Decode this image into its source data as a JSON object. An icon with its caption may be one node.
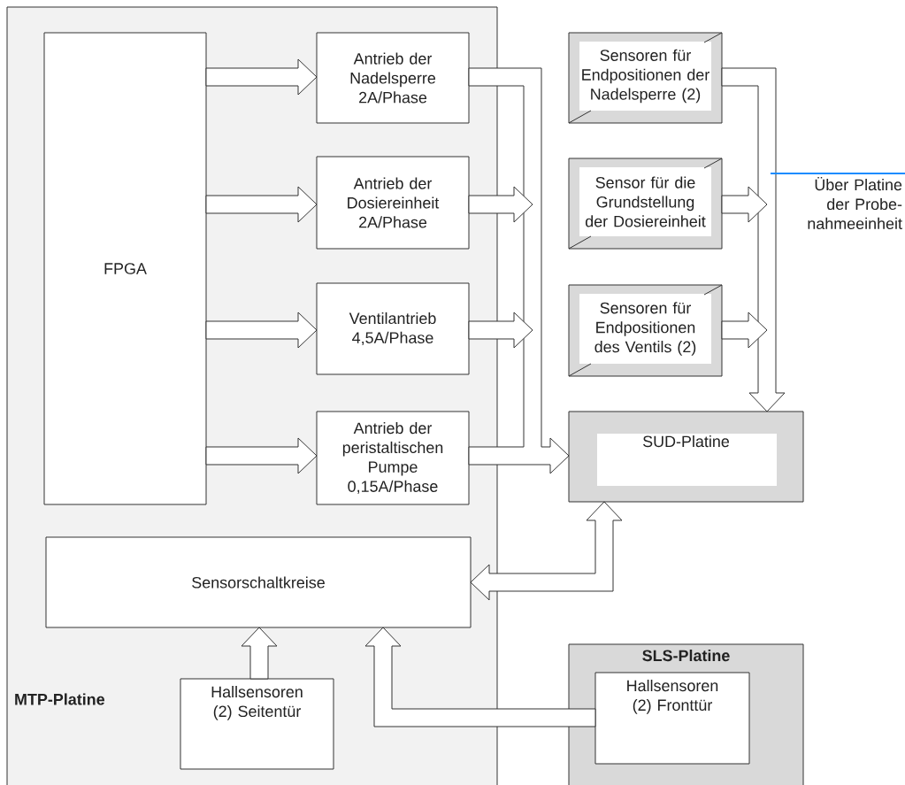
{
  "diagram": {
    "nodes": [
      {
        "text": [
          "MTP-Platine"
        ]
      },
      {
        "text": [
          "FPGA"
        ],
        "in": 0
      },
      {
        "text": [
          "Antrieb der Nadelsperre 2A/Phase"
        ],
        "in": 0
      },
      {
        "text": [
          "Antrieb der Dosiereinheit 2A/Phase"
        ],
        "in": 0
      },
      {
        "text": [
          "Ventilantrieb 4,5A/Phase"
        ],
        "in": 0
      },
      {
        "text": [
          "Antrieb der peristaltischen Pumpe 0,15A/Phase"
        ],
        "in": 0
      },
      {
        "text": [
          "Sensorschaltkreise"
        ],
        "in": 0
      },
      {
        "text": [
          "Hallsensoren (2) Seitentür"
        ],
        "in": 0
      },
      {
        "text": [
          "Sensoren für Endpositionen der Nadelsperre (2)"
        ]
      },
      {
        "text": [
          "Sensor für die Grundstellung der Dosiereinheit"
        ]
      },
      {
        "text": [
          "Sensoren für Endpositionen des Ventils (2)"
        ]
      },
      {
        "text": [
          "SUD-Platine"
        ]
      },
      {
        "text": [
          "SLS-Platine"
        ]
      },
      {
        "text": [
          "Hallsensoren (2) Fronttür"
        ],
        "in": 12
      },
      {
        "text": [
          "Über Platine der Probe- nahmeeinheit"
        ]
      }
    ],
    "edges": [
      {
        "from": 1,
        "to": 2,
        "arrow": "to"
      },
      {
        "from": 1,
        "to": 3,
        "arrow": "to"
      },
      {
        "from": 1,
        "to": 4,
        "arrow": "to"
      },
      {
        "from": 1,
        "to": 5,
        "arrow": "to"
      },
      {
        "from": 2,
        "to": 11,
        "arrow": "to"
      },
      {
        "from": 3,
        "to": 11,
        "arrow": "to"
      },
      {
        "from": 4,
        "to": 11,
        "arrow": "to"
      },
      {
        "from": 5,
        "to": 11,
        "arrow": "to"
      },
      {
        "from": 8,
        "to": 11,
        "arrow": "to"
      },
      {
        "from": 9,
        "to": 11,
        "arrow": "to"
      },
      {
        "from": 10,
        "to": 11,
        "arrow": "to"
      },
      {
        "from": 11,
        "to": 6,
        "arrow": "both"
      },
      {
        "from": 7,
        "to": 6,
        "arrow": "to"
      },
      {
        "from": 13,
        "to": 6,
        "arrow": "to"
      },
      {
        "from": 14,
        "to": null,
        "arrow": "none",
        "color": "#1a8cff"
      }
    ]
  }
}
